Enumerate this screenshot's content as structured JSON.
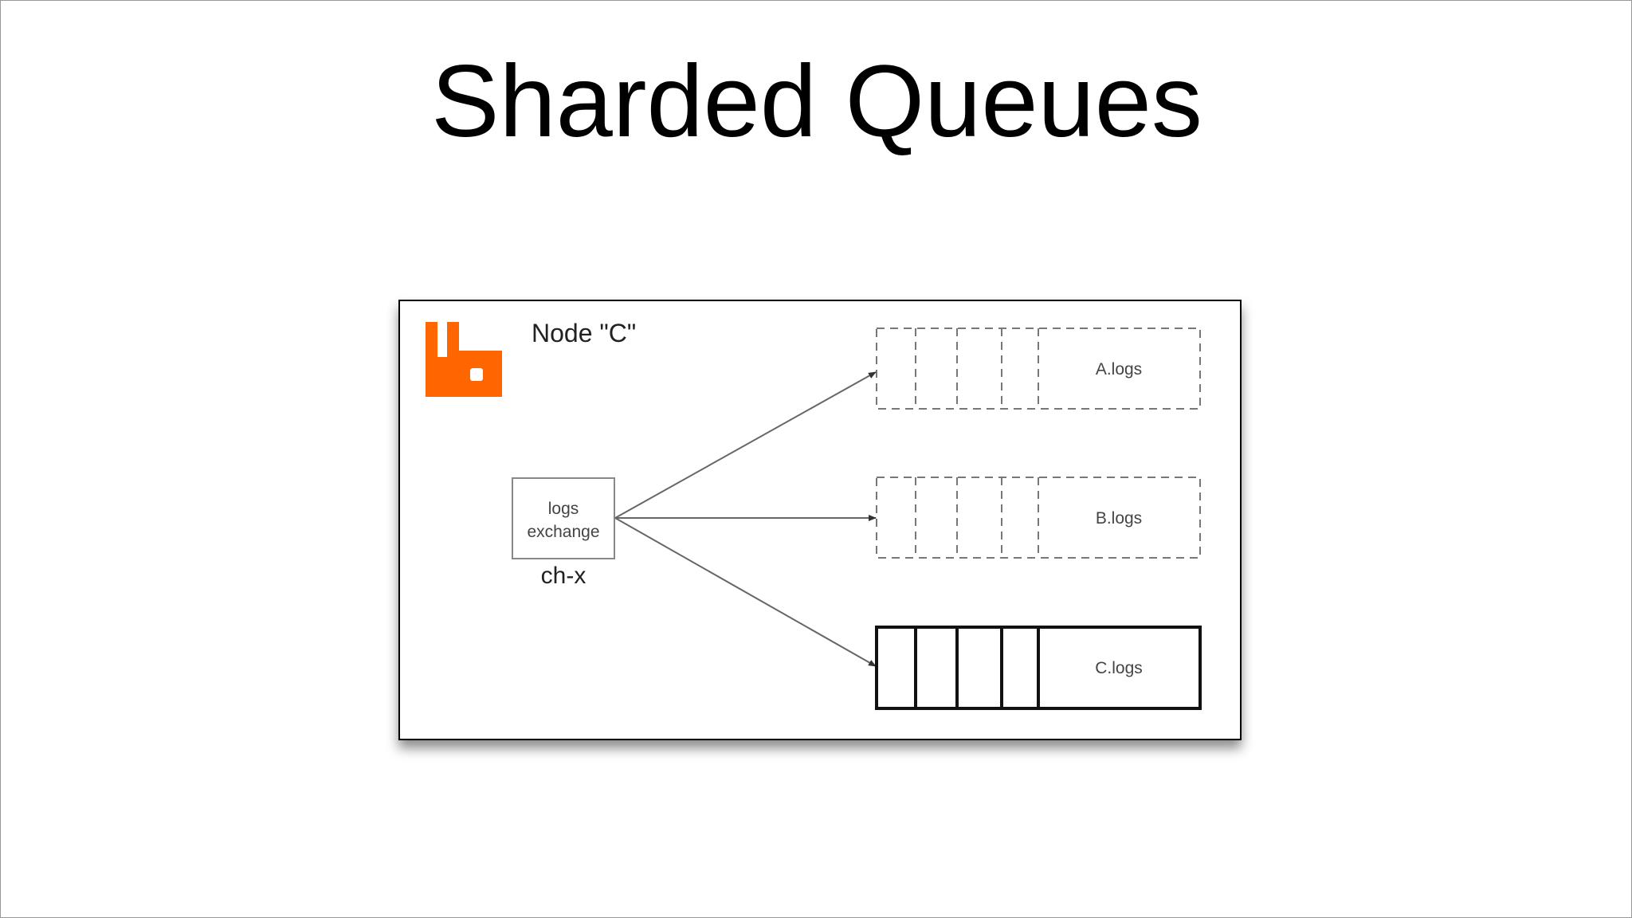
{
  "slide": {
    "title": "Sharded Queues"
  },
  "diagram": {
    "node_label": "Node \"C\"",
    "exchange": {
      "line1": "logs",
      "line2": "exchange",
      "type_label": "ch-x"
    },
    "queues": [
      {
        "name": "A.logs",
        "style": "dashed"
      },
      {
        "name": "B.logs",
        "style": "dashed"
      },
      {
        "name": "C.logs",
        "style": "solid"
      }
    ],
    "colors": {
      "logo": "#ff6600",
      "lines": "#555555",
      "border": "#000000"
    },
    "icons": {
      "logo": "rabbitmq-logo-icon"
    }
  }
}
